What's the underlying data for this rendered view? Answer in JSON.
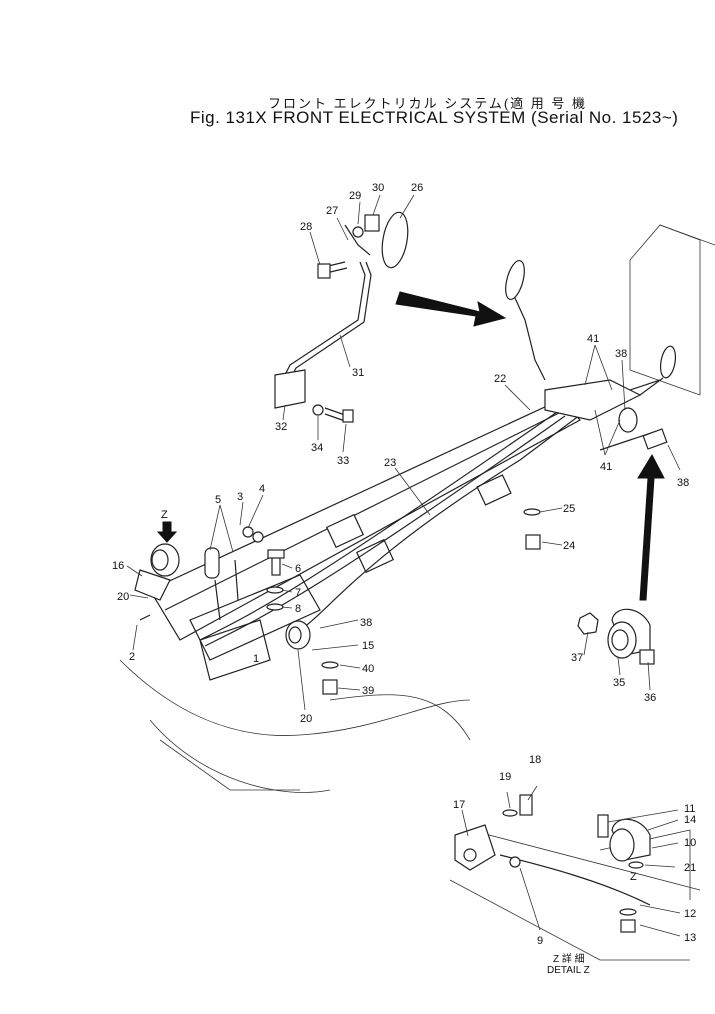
{
  "title": {
    "japanese": "フロント エレクトリカル システム(適 用 号 機",
    "english": "Fig. 131X FRONT ELECTRICAL SYSTEM (Serial No. 1523~)"
  },
  "detail": {
    "japanese": "Z 詳 細",
    "label": "DETAIL Z"
  },
  "markers": {
    "z_view": "Z",
    "z_small": "Z"
  },
  "callouts": [
    "1",
    "2",
    "3",
    "4",
    "5",
    "6",
    "7",
    "8",
    "9",
    "10",
    "11",
    "12",
    "13",
    "14",
    "15",
    "16",
    "17",
    "18",
    "19",
    "20",
    "21",
    "22",
    "23",
    "24",
    "25",
    "26",
    "27",
    "28",
    "29",
    "30",
    "31",
    "32",
    "33",
    "34",
    "35",
    "36",
    "37",
    "38",
    "39",
    "40",
    "41"
  ]
}
